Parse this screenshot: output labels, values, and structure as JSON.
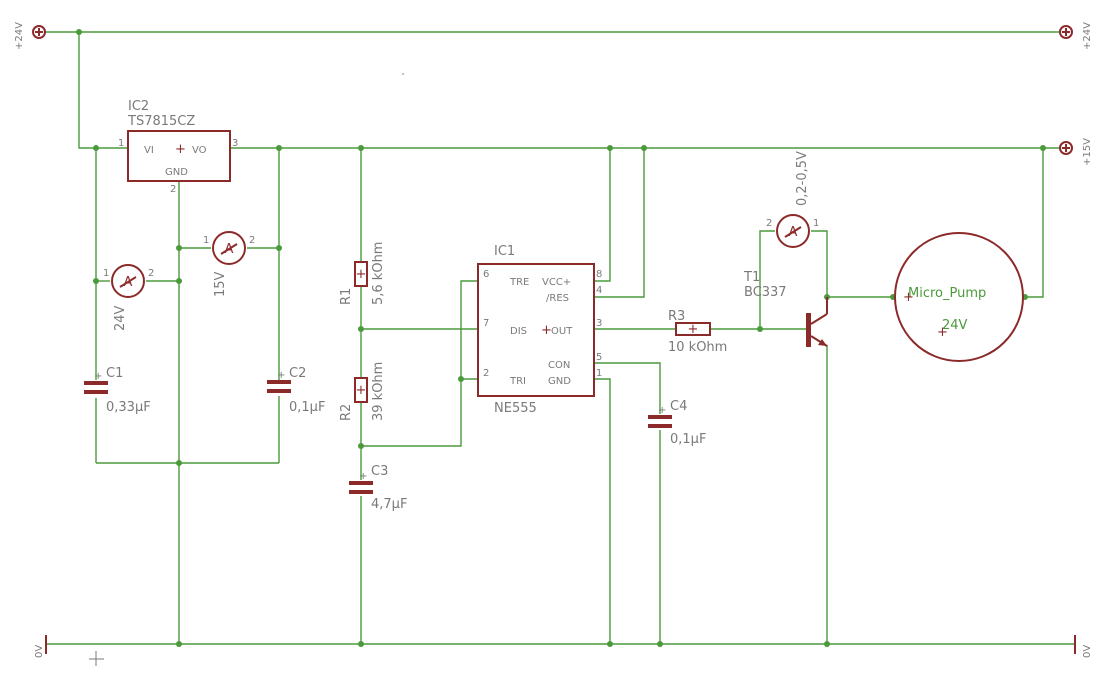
{
  "rails": {
    "v24_left": "+24V",
    "v24_right": "+24V",
    "v15": "+15V",
    "gnd_left": "0V",
    "gnd_right": "0V"
  },
  "ic2": {
    "name": "IC2",
    "value": "TS7815CZ",
    "pin_vi": "VI",
    "pin_vo": "VO",
    "pin_gnd": "GND",
    "pin1": "1",
    "pin2": "2",
    "pin3": "3"
  },
  "meters": {
    "m24": {
      "label": "24V",
      "p1": "1",
      "p2": "2"
    },
    "m15": {
      "label": "15V",
      "p1": "1",
      "p2": "2"
    },
    "mbase": {
      "label": "0,2-0,5V",
      "p1": "1",
      "p2": "2"
    }
  },
  "caps": {
    "c1": {
      "name": "C1",
      "value": "0,33µF"
    },
    "c2": {
      "name": "C2",
      "value": "0,1µF"
    },
    "c3": {
      "name": "C3",
      "value": "4,7µF"
    },
    "c4": {
      "name": "C4",
      "value": "0,1µF"
    }
  },
  "resistors": {
    "r1": {
      "name": "R1",
      "value": "5,6 kOhm"
    },
    "r2": {
      "name": "R2",
      "value": "39 kOhm"
    },
    "r3": {
      "name": "R3",
      "value": "10 kOhm"
    }
  },
  "ic1": {
    "name": "IC1",
    "value": "NE555",
    "tre": "TRE",
    "vcc": "VCC+",
    "res": "/RES",
    "dis": "DIS",
    "out": "OUT",
    "con": "CON",
    "tri": "TRI",
    "gnd": "GND",
    "p6": "6",
    "p7": "7",
    "p2": "2",
    "p8": "8",
    "p4": "4",
    "p3": "3",
    "p5": "5",
    "p1": "1"
  },
  "t1": {
    "name": "T1",
    "value": "BC337"
  },
  "pump": {
    "name": "Micro_Pump",
    "value": "24V"
  },
  "colors": {
    "wire": "#4a9a3c",
    "component": "#8c2a2a",
    "text": "#7a7a7a"
  }
}
